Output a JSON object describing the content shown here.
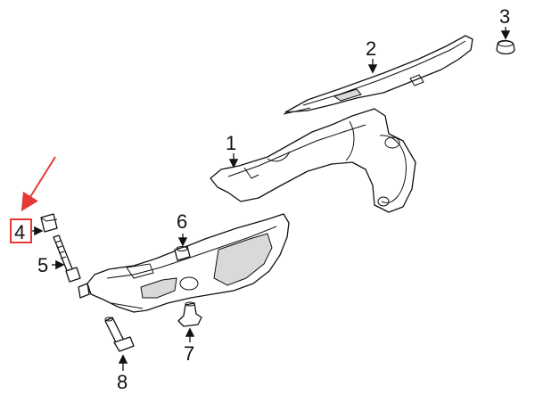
{
  "callouts": {
    "c1": "1",
    "c2": "2",
    "c3": "3",
    "c4": "4",
    "c5": "5",
    "c6": "6",
    "c7": "7",
    "c8": "8"
  },
  "colors": {
    "line": "#111111",
    "highlight": "#e53935",
    "shade": "#d9d9d9"
  },
  "highlighted_callout": "4"
}
